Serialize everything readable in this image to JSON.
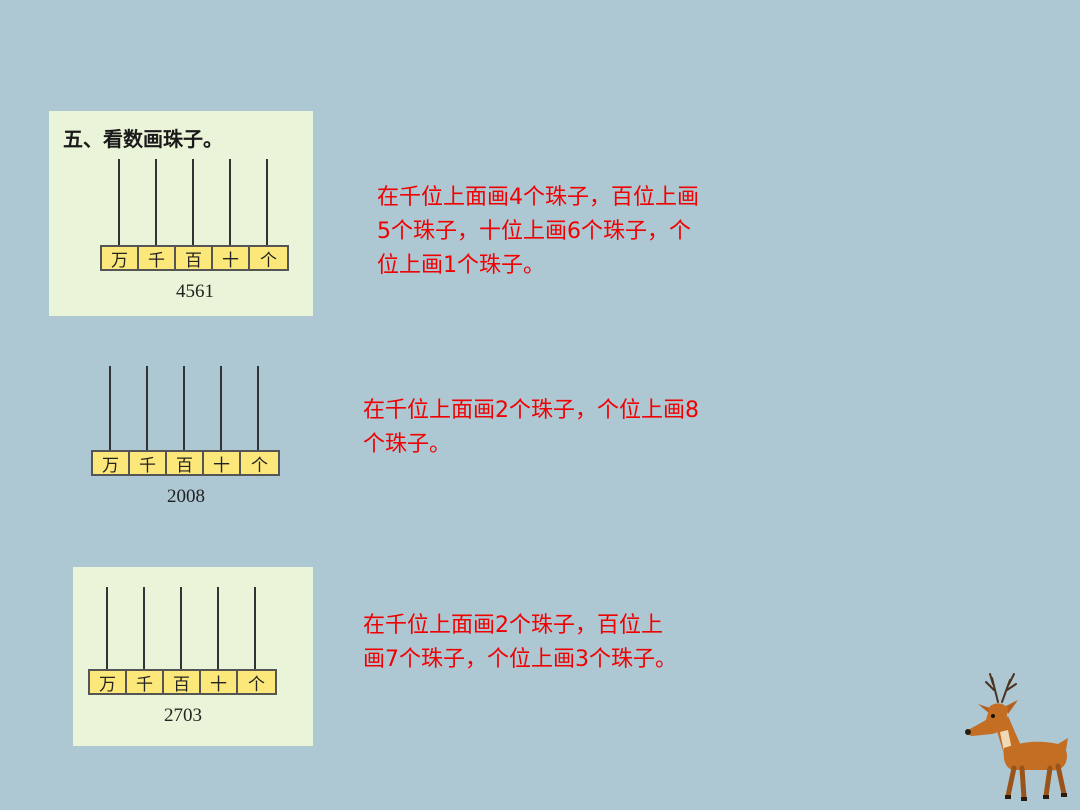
{
  "heading": "五、看数画珠子。",
  "place_labels": [
    "万",
    "千",
    "百",
    "十",
    "个"
  ],
  "exercises": [
    {
      "number": "4561",
      "instruction_lines": [
        "在千位上面画4个珠子，百位上画",
        "5个珠子，十位上画6个珠子，个",
        "位上画1个珠子。"
      ]
    },
    {
      "number": "2008",
      "instruction_lines": [
        "在千位上面画2个珠子，个位上画8",
        "个珠子。"
      ]
    },
    {
      "number": "2703",
      "instruction_lines": [
        "在千位上面画2个珠子，百位上",
        "画7个珠子，个位上画3个珠子。"
      ]
    }
  ],
  "colors": {
    "background": "#adc7d3",
    "panel": "#eaf4d8",
    "instruction_text": "#f00000",
    "label_box": "#fce87a"
  },
  "decoration": {
    "icon": "deer-icon"
  }
}
